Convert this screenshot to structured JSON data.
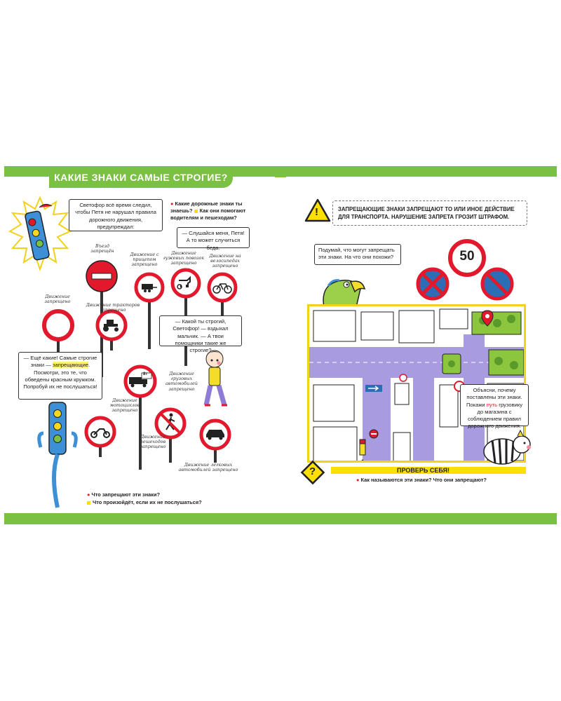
{
  "left": {
    "title": "КАКИЕ ЗНАКИ САМЫЕ СТРОГИЕ?",
    "intro_bubble": "Светофор всё время следил, чтобы Петя не нарушал правила дорожного движения, предупреждал:",
    "question_top": {
      "bullet": "●",
      "text_a": "Какие дорожные знаки ты знаешь?",
      "text_b": "Как они помогают водителям и пешеходам?"
    },
    "bubble_listen": "— Слушайся меня, Петя! А то может случиться беда.",
    "bubble_strict": "— Какой ты строгий, Светофор! — вздыхал мальчик. — А твои помощники такие же строгие?",
    "bubble_answer": {
      "part1": "— Ещё какие! Самые строгие знаки —",
      "highlight": "запрещающие",
      "part2": ". Посмотри, это те, что обведены красным кружком. Попробуй их не послушаться!"
    },
    "sign_labels": {
      "entry": "Въезд запрещён",
      "trailer": "Движение с прицепом запрещено",
      "horse": "Движение гужевых повозок запрещено",
      "bicycle": "Движение на велосипедах запрещено",
      "generic": "Движение запрещено",
      "tractor": "Движение тракторов запрещено",
      "truck": "Движение грузовых автомобилей запрещено",
      "moto": "Движение мотоциклов запрещено",
      "pedestrian": "Движение пешеходов запрещено",
      "car": "Движение легковых автомобилей запрещено",
      "truck_plate": "8т"
    },
    "questions_bottom": [
      "Что запрещают эти знаки?",
      "Что произойдёт, если их не послушаться?"
    ]
  },
  "right": {
    "warning_text": "ЗАПРЕЩАЮЩИЕ ЗНАКИ ЗАПРЕЩАЮТ ТО ИЛИ ИНОЕ ДЕЙСТВИЕ ДЛЯ ТРАНСПОРТА. НАРУШЕНИЕ ЗАПРЕТА ГРОЗИТ ШТРАФОМ.",
    "bubble_think": "Подумай, что могут запрещать эти знаки. На что они похожи?",
    "speed_limit": "50",
    "bubble_explain": {
      "part1": "Объясни, почему поставлены эти знаки. Покажи",
      "highlight": "путь",
      "part2": "грузовику до магазина с соблюдением правил дорожного движения."
    },
    "check_title": "ПРОВЕРЬ СЕБЯ!",
    "check_question": "Как называются эти знаки? Что они запрещают?",
    "question_mark": "?",
    "warning_mark": "!"
  },
  "colors": {
    "green": "#7ac043",
    "red": "#e2192c",
    "blue": "#2c6db5",
    "yellow": "#fde000",
    "purple": "#a99be0"
  }
}
